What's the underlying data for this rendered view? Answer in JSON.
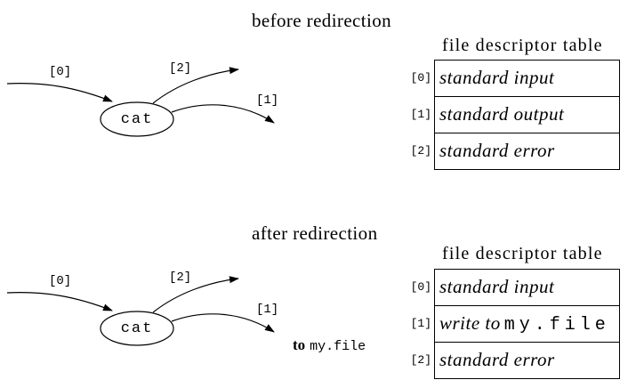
{
  "colors": {
    "background": "#ffffff",
    "ink": "#000000"
  },
  "before": {
    "title": "before redirection",
    "table_title": "file descriptor table",
    "process": "cat",
    "edge_labels": {
      "stdin": "[0]",
      "stdout": "[1]",
      "stderr": "[2]"
    },
    "fd_table": {
      "rows": [
        {
          "index": "[0]",
          "value": "standard input"
        },
        {
          "index": "[1]",
          "value": "standard output"
        },
        {
          "index": "[2]",
          "value": "standard error"
        }
      ]
    }
  },
  "after": {
    "title": "after redirection",
    "table_title": "file descriptor table",
    "process": "cat",
    "edge_labels": {
      "stdin": "[0]",
      "stdout": "[1]",
      "stderr": "[2]"
    },
    "redirect_label": {
      "word": "to",
      "file": "my.file"
    },
    "fd_table": {
      "rows": [
        {
          "index": "[0]",
          "value": "standard input"
        },
        {
          "index": "[1]",
          "value_prefix": "write to",
          "value_file": "my.file"
        },
        {
          "index": "[2]",
          "value": "standard error"
        }
      ]
    }
  }
}
